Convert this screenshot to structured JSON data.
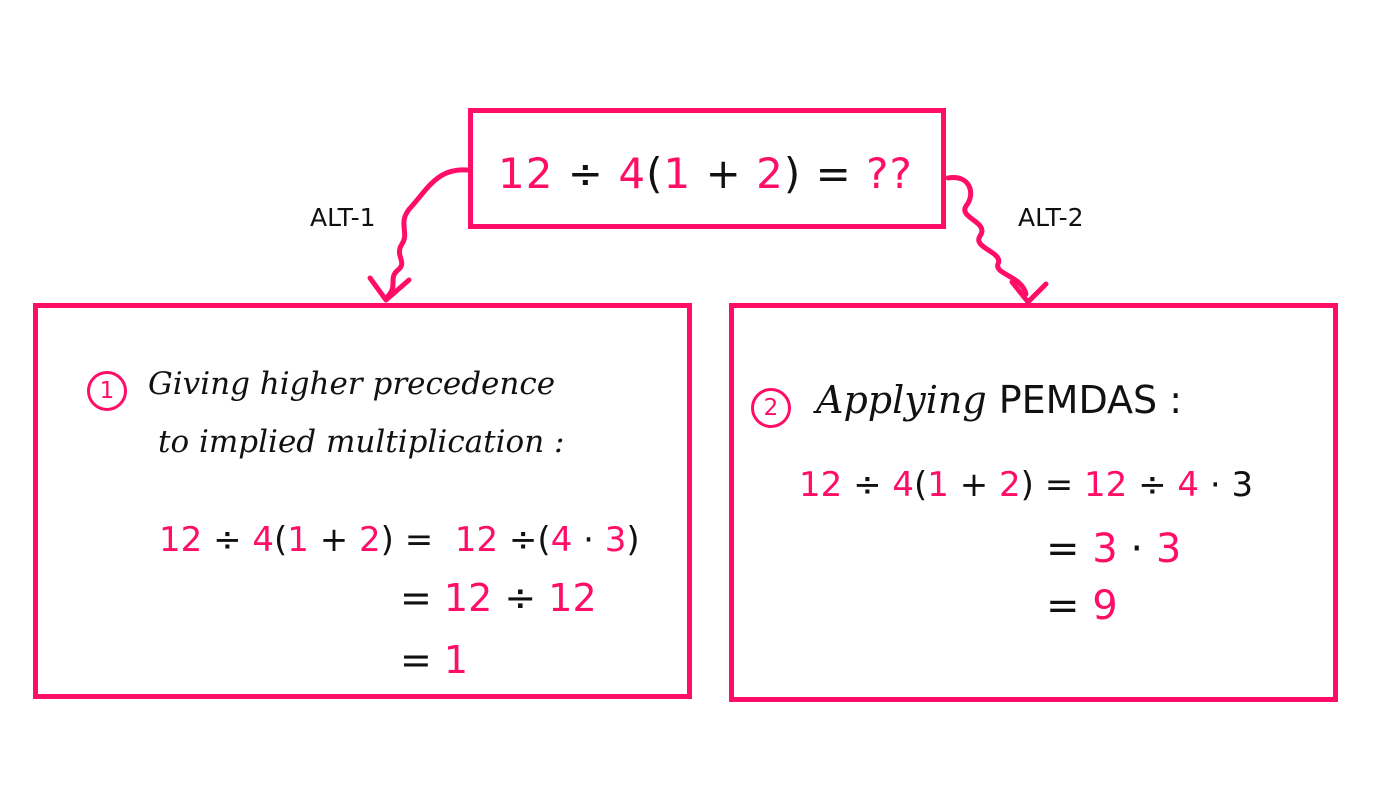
{
  "colors": {
    "accent": "#ff0d67",
    "ink": "#111111",
    "background": "#ffffff"
  },
  "top_box": {
    "expr": {
      "a": "12",
      "op1": " ÷ ",
      "b": "4",
      "p_open": "(",
      "c": "1",
      "plus": " + ",
      "d": "2",
      "p_close": ")",
      "eq": " = ",
      "q": "??"
    }
  },
  "arrows": {
    "left_label": "ALT-1",
    "right_label": "ALT-2"
  },
  "left_box": {
    "number": "1",
    "heading_line1": "Giving higher precedence",
    "heading_line2": "to implied multiplication :",
    "line1": {
      "a": "12",
      "op": " ÷ ",
      "b": "4",
      "p_open": "(",
      "c": "1",
      "plus": " + ",
      "d": "2",
      "p_close": ")",
      "eq": " =  ",
      "e": "12",
      "op2": " ÷",
      "p2_open": "(",
      "f": "4",
      "dot": " · ",
      "g": "3",
      "p2_close": ")"
    },
    "line2": {
      "eq": "= ",
      "a": "12",
      "op": " ÷ ",
      "b": "12"
    },
    "line3": {
      "eq": "= ",
      "result": "1"
    }
  },
  "right_box": {
    "number": "2",
    "heading_script": "Applying",
    "heading_text": " PEMDAS :",
    "line1": {
      "a": "12",
      "op": " ÷ ",
      "b": "4",
      "p_open": "(",
      "c": "1",
      "plus": " + ",
      "d": "2",
      "p_close": ")",
      "eq": " = ",
      "e": "12",
      "op2": " ÷ ",
      "f": "4",
      "dot": " · ",
      "g": "3"
    },
    "line2": {
      "eq": "= ",
      "a": "3",
      "dot": " · ",
      "b": "3"
    },
    "line3": {
      "eq": "= ",
      "result": "9"
    }
  }
}
